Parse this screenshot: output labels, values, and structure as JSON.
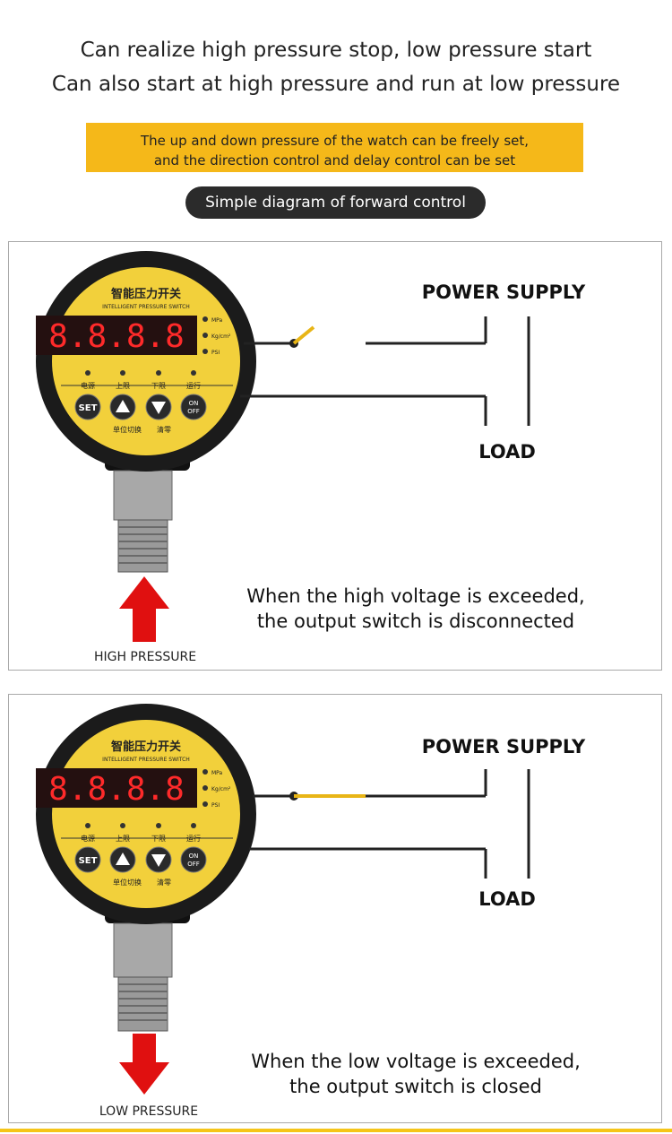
{
  "header": {
    "line1": "Can realize high pressure stop, low pressure start",
    "line2": "Can also start at high pressure and run at low pressure"
  },
  "banner": {
    "line1": "The up and down pressure of the watch can be freely set,",
    "line2": "and the direction control and delay control can be set"
  },
  "section_pill": "Simple diagram of forward control",
  "gauge": {
    "title_cn": "智能压力开关",
    "title_en": "INTELLIGENT PRESSURE SWITCH",
    "display": "8.8.8.8",
    "units": [
      "MPa",
      "Kg/cm²",
      "PSI"
    ],
    "indicator_labels": [
      "电源",
      "上限",
      "下限",
      "运行"
    ],
    "buttons": [
      "SET",
      "▲",
      "▼",
      "ON OFF"
    ],
    "sub_labels": [
      "单位切换",
      "清零"
    ]
  },
  "panels": [
    {
      "power_label": "POWER SUPPLY",
      "load_label": "LOAD",
      "caption_line1": "When the high voltage is exceeded,",
      "caption_line2": "the output switch is disconnected",
      "pressure_label": "HIGH PRESSURE",
      "switch_state": "open"
    },
    {
      "power_label": "POWER SUPPLY",
      "load_label": "LOAD",
      "caption_line1": "When the low voltage is exceeded,",
      "caption_line2": "the output switch is closed",
      "pressure_label": "LOW PRESSURE",
      "switch_state": "closed"
    }
  ],
  "colors": {
    "accent_yellow": "#f5b819",
    "arrow_red": "#e01010",
    "display_red": "#ff2a2a",
    "line_dark": "#222222"
  }
}
